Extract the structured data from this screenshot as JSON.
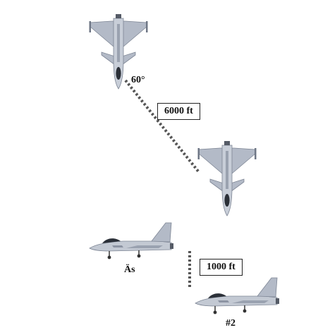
{
  "labels": {
    "angle": "60°",
    "lateral_distance": "6000 ft",
    "vertical_distance": "1000 ft",
    "leader_label": "Äs",
    "wingman_label": "#2"
  },
  "colors": {
    "aircraft_body": "#b9c0cc",
    "aircraft_shadow": "#8c94a3",
    "canopy": "#2b3038",
    "separation_line": "#555555"
  }
}
